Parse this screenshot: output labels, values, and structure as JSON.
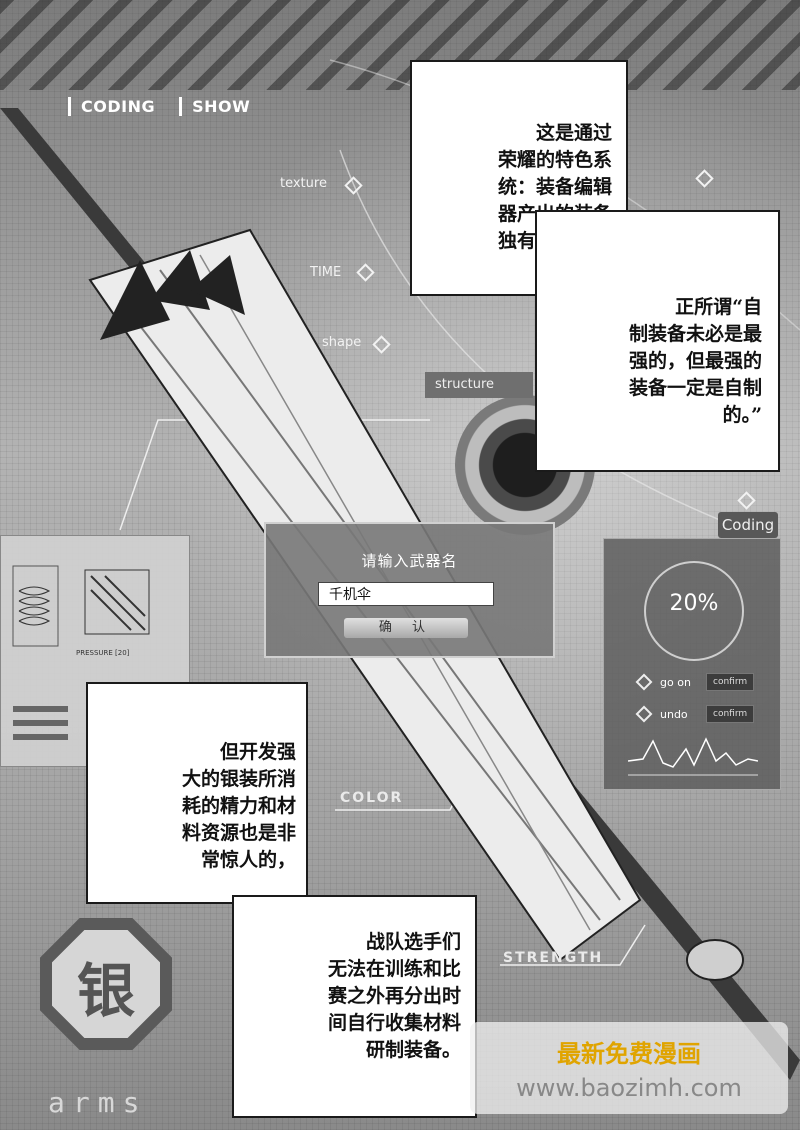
{
  "hud": {
    "tab_coding": "CODING",
    "tab_show": "SHOW",
    "label_texture": "texture",
    "label_time": "TIME",
    "label_shape": "shape",
    "label_structure": "structure",
    "label_color": "COLOR",
    "label_strength": "STRENGTH",
    "coding_tag": "Coding"
  },
  "status_panel": {
    "percent": "20%",
    "options": [
      {
        "label": "go on",
        "button": "confirm"
      },
      {
        "label": "undo",
        "button": "confirm"
      }
    ]
  },
  "left_panel": {
    "caption": "PRESSURE [20]"
  },
  "dialog": {
    "title": "请输入武器名",
    "input_value": "千机伞",
    "confirm_label": "确 认"
  },
  "balloons": {
    "b1": "这是通过\n荣耀的特色系\n统：装备编辑\n器产出的装备\n独有的字色。",
    "b2": "正所谓“自\n制装备未必是最\n强的，但最强的\n装备一定是自制\n的。”",
    "b3": "但开发强\n大的银装所消\n耗的精力和材\n料资源也是非\n常惊人的，",
    "b4": "战队选手们\n无法在训练和比\n赛之外再分出时\n间自行收集材料\n研制装备。"
  },
  "emblem": {
    "char": "银",
    "word": "arms"
  },
  "watermark": {
    "line1": "最新免费漫画",
    "line2": "www.baozimh.com"
  },
  "colors": {
    "panel_gray": "#5a5a5a",
    "watermark_gold": "#e0a400"
  }
}
